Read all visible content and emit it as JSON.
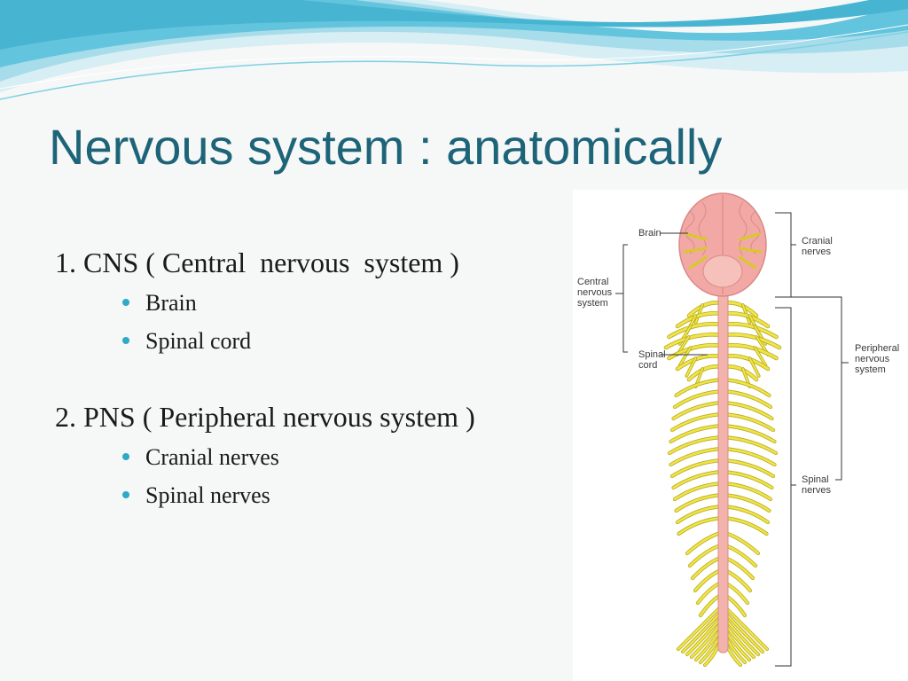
{
  "slide": {
    "title": "Nervous system : anatomically",
    "sections": [
      {
        "heading": "1. CNS ( Central  nervous  system )",
        "items": [
          "Brain",
          "Spinal cord"
        ]
      },
      {
        "heading": "2. PNS ( Peripheral nervous system )",
        "items": [
          "Cranial nerves",
          "Spinal nerves"
        ]
      }
    ]
  },
  "figure": {
    "labels": {
      "brain": "Brain",
      "central": "Central\nnervous\nsystem",
      "spinal_cord": "Spinal\ncord",
      "cranial": "Cranial\nnerves",
      "peripheral": "Peripheral\nnervous\nsystem",
      "spinal_nerves": "Spinal\nnerves"
    },
    "colors": {
      "brain": "#f2a9a5",
      "cord": "#f3b3ad",
      "nerves": "#efe44a",
      "nerve_outline": "#b8ac1a"
    }
  },
  "theme": {
    "title_color": "#1d6478",
    "bullet_color": "#2fa9c7",
    "wave_color": "#5cc3dd"
  }
}
